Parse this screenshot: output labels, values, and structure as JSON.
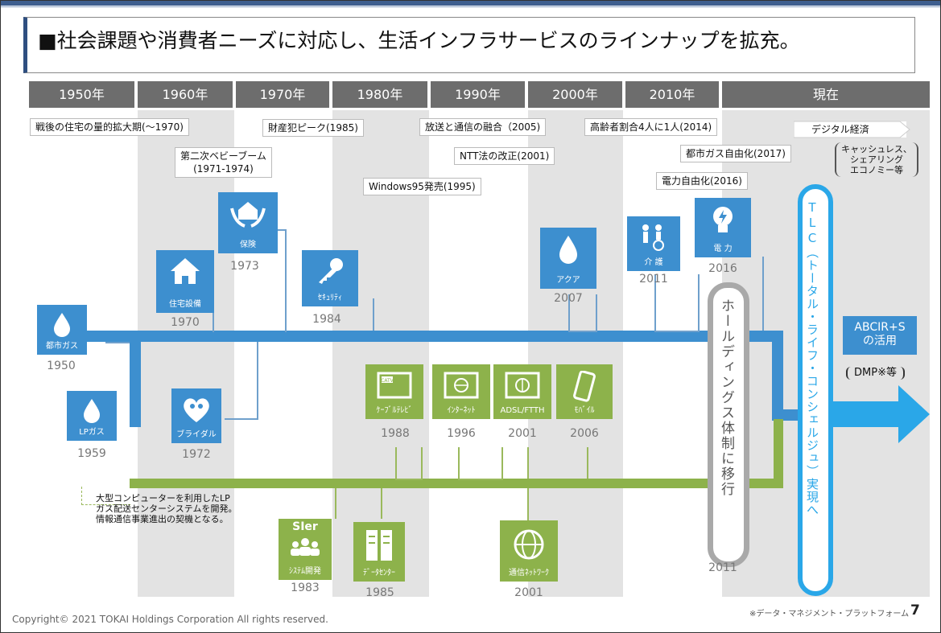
{
  "title": "■社会課題や消費者ニーズに対応し、生活インフラサービスのラインナップを拡充。",
  "decades": [
    "1950年",
    "1960年",
    "1970年",
    "1980年",
    "1990年",
    "2000年",
    "2010年",
    "現在"
  ],
  "events": {
    "postwar": "戦後の住宅の量的拡大期(～1970)",
    "crime": "財産犯ピーク(1985)",
    "broadcast": "放送と通信の融合（2005)",
    "elderly": "高齢者割合4人に1人(2014)",
    "digital": "デジタル経済",
    "babyboom": "第二次ベビーブーム\n(1971-1974)",
    "ntt": "NTT法の改正(2001)",
    "gas_lib": "都市ガス自由化(2017)",
    "cashless": "キャッシュレス、\nシェアリング\nエコノミー等",
    "elec_lib": "電力自由化(2016)",
    "windows": "Windows95発売(1995)"
  },
  "services": {
    "city_gas": {
      "label": "都市ガス",
      "year": "1950"
    },
    "lp_gas": {
      "label": "LPガス",
      "year": "1959"
    },
    "housing": {
      "label": "住宅設備",
      "year": "1970"
    },
    "bridal": {
      "label": "ブライダル",
      "year": "1972"
    },
    "insurance": {
      "label": "保険",
      "year": "1973"
    },
    "security": {
      "label": "ｾｷｭﾘﾃｨ",
      "year": "1984"
    },
    "aqua": {
      "label": "アクア",
      "year": "2007"
    },
    "care": {
      "label": "介 護",
      "year": "2011"
    },
    "power": {
      "label": "電 力",
      "year": "2016"
    },
    "catv": {
      "label": "ｹｰﾌﾞﾙﾃﾚﾋﾞ",
      "year": "1988",
      "badge": "CATV"
    },
    "internet": {
      "label": "ｲﾝﾀｰﾈｯﾄ",
      "year": "1996"
    },
    "adsl": {
      "label": "ADSL/FTTH",
      "year": "2001"
    },
    "mobile": {
      "label": "ﾓﾊﾞｲﾙ",
      "year": "2006"
    },
    "sier": {
      "label": "ｼｽﾃﾑ開発",
      "year": "1983",
      "badge": "SIer"
    },
    "datacenter": {
      "label": "ﾃﾞｰﾀｾﾝﾀｰ",
      "year": "1985"
    },
    "network": {
      "label": "通信ﾈｯﾄﾜｰｸ",
      "year": "2001"
    }
  },
  "lp_note": "大型コンピューターを利用したLP\nガス配送センターシステムを開発。\n情報通信事業進出の契機となる。",
  "holdings": {
    "text": "ホールディングス体制に移行",
    "year": "2011"
  },
  "tlc": {
    "text": "TLC（トータル・ライフ・コンシェルジュ）実現へ"
  },
  "abcir": {
    "title": "ABCIR+S\nの活用",
    "sub": "DMP※等"
  },
  "footnote": "※データ・マネジメント・プラットフォーム",
  "page_number": "7",
  "copyright": "Copyright© 2021 TOKAI Holdings Corporation All rights reserved.",
  "colors": {
    "blue": "#3d8fcf",
    "green": "#8db24b",
    "decade_bar": "#6d6d6d",
    "band": "#e3e3e3",
    "tlc_border": "#2aa7e8",
    "arrow": "#2aa7e8"
  }
}
